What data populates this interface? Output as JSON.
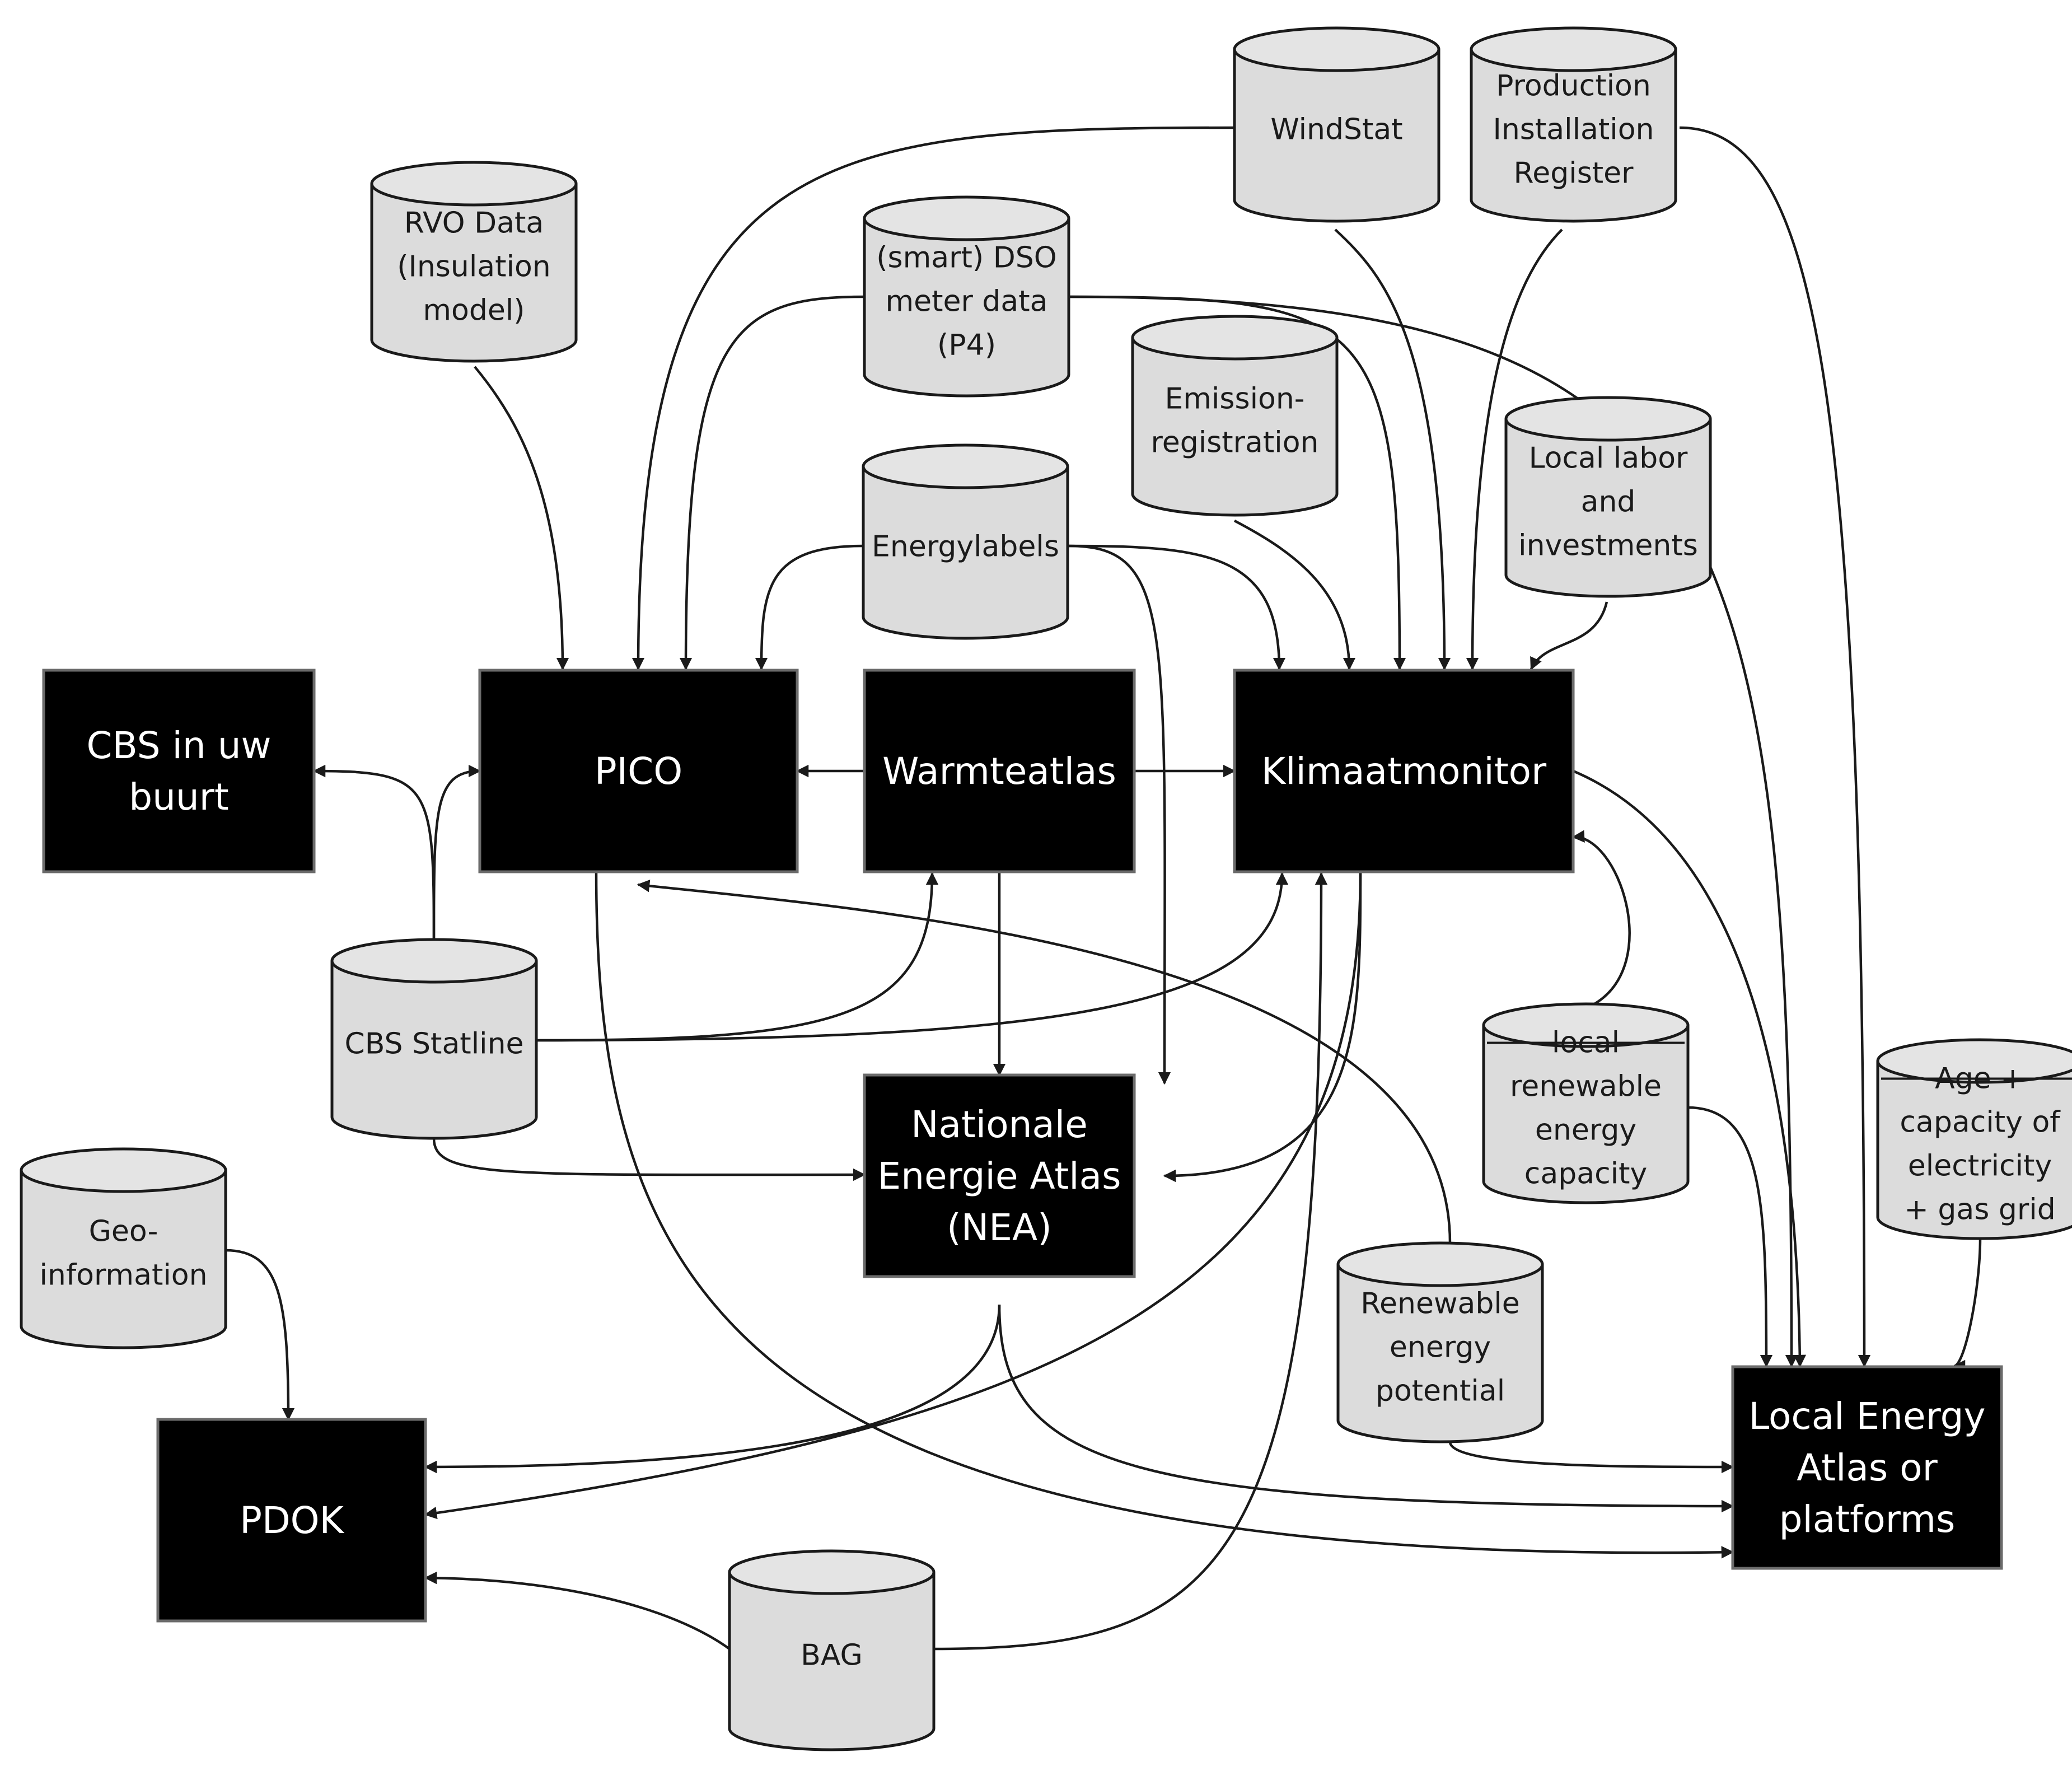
{
  "sources": [
    {
      "id": "windstat",
      "lines": [
        "WindStat"
      ]
    },
    {
      "id": "production",
      "lines": [
        "Production",
        "Installation",
        "Register"
      ]
    },
    {
      "id": "rvo",
      "lines": [
        "RVO Data",
        "(Insulation",
        "model)"
      ]
    },
    {
      "id": "dso",
      "lines": [
        "(smart) DSO",
        "meter data",
        "(P4)"
      ]
    },
    {
      "id": "emission",
      "lines": [
        "Emission-",
        "registration"
      ]
    },
    {
      "id": "labor",
      "lines": [
        "Local labor",
        "and",
        "investments"
      ]
    },
    {
      "id": "energylabels",
      "lines": [
        "Energylabels"
      ]
    },
    {
      "id": "statline",
      "lines": [
        "CBS Statline"
      ]
    },
    {
      "id": "localrenew",
      "lines": [
        "local",
        "renewable",
        "energy",
        "capacity"
      ]
    },
    {
      "id": "agegrid",
      "lines": [
        "Age +",
        "capacity of",
        "electricity",
        "+ gas grid"
      ]
    },
    {
      "id": "geo",
      "lines": [
        "Geo-",
        "information"
      ]
    },
    {
      "id": "renewpot",
      "lines": [
        "Renewable",
        "energy",
        "potential"
      ]
    },
    {
      "id": "bag",
      "lines": [
        "BAG"
      ]
    }
  ],
  "systems": [
    {
      "id": "cbsbuurt",
      "lines": [
        "CBS in uw",
        "buurt"
      ]
    },
    {
      "id": "pico",
      "lines": [
        "PICO"
      ]
    },
    {
      "id": "warmteatlas",
      "lines": [
        "Warmteatlas"
      ]
    },
    {
      "id": "klimaat",
      "lines": [
        "Klimaatmonitor"
      ]
    },
    {
      "id": "nea",
      "lines": [
        "Nationale",
        "Energie Atlas",
        "(NEA)"
      ]
    },
    {
      "id": "pdok",
      "lines": [
        "PDOK"
      ]
    },
    {
      "id": "localatlas",
      "lines": [
        "Local Energy",
        "Atlas or",
        "platforms"
      ]
    }
  ],
  "edges": [
    {
      "from": "windstat",
      "to": "pico"
    },
    {
      "from": "windstat",
      "to": "klimaat"
    },
    {
      "from": "production",
      "to": "klimaat"
    },
    {
      "from": "production",
      "to": "localatlas"
    },
    {
      "from": "rvo",
      "to": "pico"
    },
    {
      "from": "dso",
      "to": "pico"
    },
    {
      "from": "dso",
      "to": "klimaat"
    },
    {
      "from": "dso",
      "to": "localatlas"
    },
    {
      "from": "emission",
      "to": "klimaat"
    },
    {
      "from": "labor",
      "to": "klimaat"
    },
    {
      "from": "energylabels",
      "to": "pico"
    },
    {
      "from": "energylabels",
      "to": "klimaat"
    },
    {
      "from": "energylabels",
      "to": "nea"
    },
    {
      "from": "warmteatlas",
      "to": "pico"
    },
    {
      "from": "warmteatlas",
      "to": "klimaat"
    },
    {
      "from": "warmteatlas",
      "to": "nea"
    },
    {
      "from": "statline",
      "to": "cbsbuurt"
    },
    {
      "from": "statline",
      "to": "pico"
    },
    {
      "from": "statline",
      "to": "warmteatlas"
    },
    {
      "from": "statline",
      "to": "klimaat"
    },
    {
      "from": "statline",
      "to": "nea"
    },
    {
      "from": "klimaat",
      "to": "nea"
    },
    {
      "from": "klimaat",
      "to": "pdok"
    },
    {
      "from": "klimaat",
      "to": "localatlas"
    },
    {
      "from": "localrenew",
      "to": "klimaat"
    },
    {
      "from": "localrenew",
      "to": "localatlas"
    },
    {
      "from": "agegrid",
      "to": "localatlas"
    },
    {
      "from": "geo",
      "to": "pdok"
    },
    {
      "from": "nea",
      "to": "pdok"
    },
    {
      "from": "nea",
      "to": "localatlas"
    },
    {
      "from": "pico",
      "to": "localatlas"
    },
    {
      "from": "renewpot",
      "to": "pico"
    },
    {
      "from": "renewpot",
      "to": "localatlas"
    },
    {
      "from": "bag",
      "to": "pdok"
    },
    {
      "from": "bag",
      "to": "klimaat"
    }
  ]
}
